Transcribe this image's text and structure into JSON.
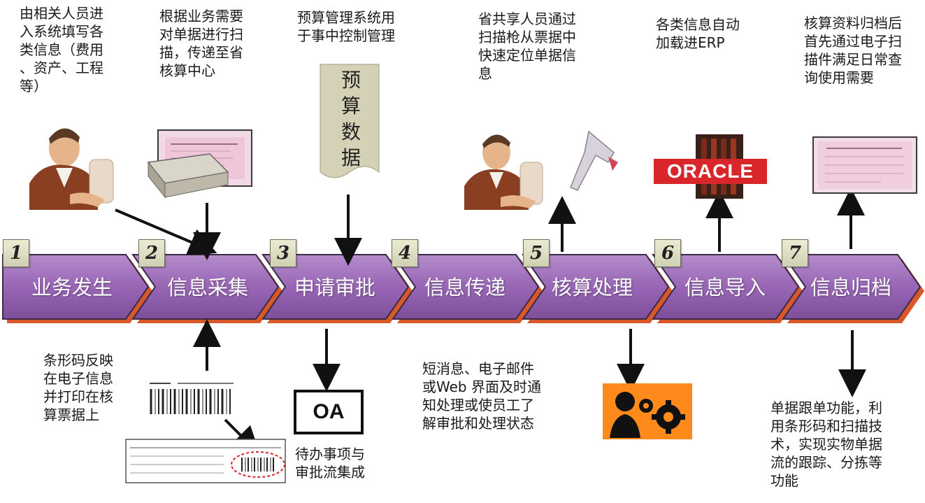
{
  "steps": [
    {
      "num": "1",
      "label": "业务发生"
    },
    {
      "num": "2",
      "label": "信息采集"
    },
    {
      "num": "3",
      "label": "申请审批"
    },
    {
      "num": "4",
      "label": "信息传递"
    },
    {
      "num": "5",
      "label": "核算处理"
    },
    {
      "num": "6",
      "label": "信息导入"
    },
    {
      "num": "7",
      "label": "信息归档"
    }
  ],
  "notes_top": [
    "由相关人员进\n入系统填写各\n类信息（费用\n、资产、工程\n等）",
    "根据业务需要\n对单据进行扫\n描，传递至省\n核算中心",
    "预算管理系统用\n于事中控制管理",
    "省共享人员通过\n扫描枪从票据中\n快速定位单据信\n息",
    "各类信息自动\n加载进ERP",
    "核算资料归档后\n首先通过电子扫\n描件满足日常查\n询使用需要"
  ],
  "notes_bottom": [
    "条形码反映\n在电子信息\n并打印在核\n算票据上",
    "待办事项与\n审批流集成",
    "短消息、电子邮件\n或Web 界面及时通\n知处理或使员工了\n解审批和处理状态",
    "单据跟单功能，利\n用条形码和扫描技\n术，实现实物单据\n流的跟踪、分拣等\n功能"
  ],
  "budget_doc": "预\n算\n数\n据",
  "oa_label": "OA",
  "oracle_label": "ORACLE",
  "colors": {
    "arrow_fill": "#9d6fb8",
    "arrow_border": "#3a2a45",
    "arrow_shadow": "#d8582a"
  }
}
